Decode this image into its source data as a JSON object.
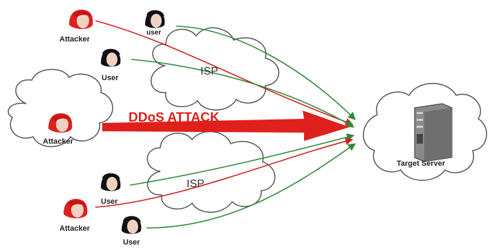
{
  "labels": {
    "ddos": "DDoS ATTACK",
    "isp_top": "ISP",
    "isp_bottom": "ISP",
    "target": "Target Server"
  },
  "nodes": [
    {
      "id": "attacker-top",
      "label": "Attacker",
      "kind": "attacker"
    },
    {
      "id": "user-top",
      "label": "user",
      "kind": "user"
    },
    {
      "id": "user-mid-top",
      "label": "User",
      "kind": "user"
    },
    {
      "id": "attacker-main",
      "label": "Attacker",
      "kind": "attacker"
    },
    {
      "id": "user-mid-bottom",
      "label": "User",
      "kind": "user"
    },
    {
      "id": "attacker-bottom",
      "label": "Attacker",
      "kind": "attacker"
    },
    {
      "id": "user-bottom",
      "label": "User",
      "kind": "user"
    }
  ],
  "colors": {
    "attacker": "#e0201c",
    "attack_line": "#d42020",
    "user_line": "#2f8a3a",
    "cloud_stroke": "#555555",
    "server": "#7a7a7a"
  }
}
